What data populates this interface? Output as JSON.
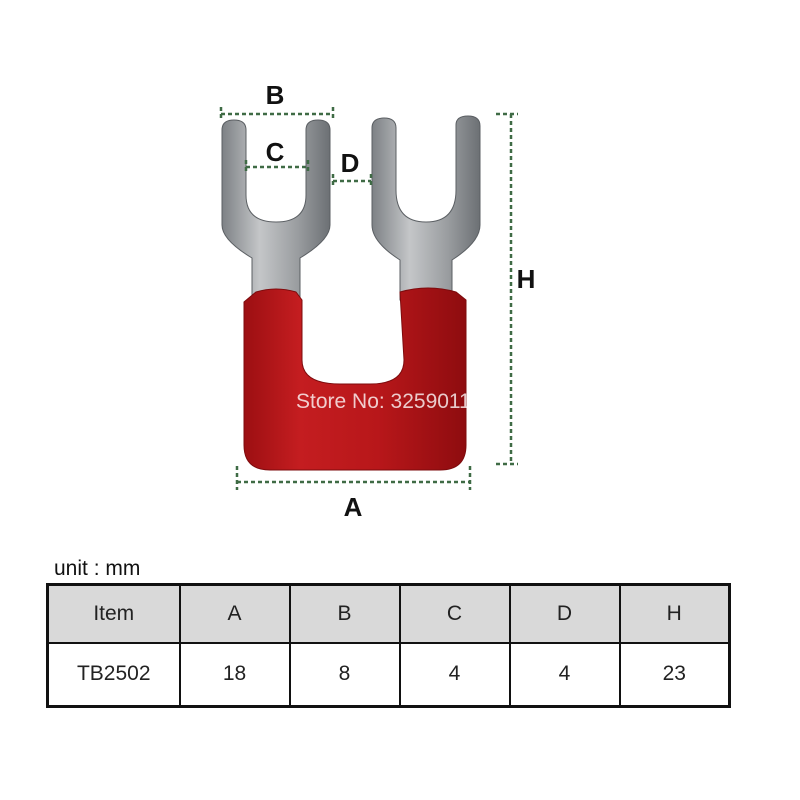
{
  "diagram": {
    "labels": {
      "b": "B",
      "c": "C",
      "d": "D",
      "h": "H",
      "a": "A"
    },
    "watermark": "Store No: 3259011",
    "colors": {
      "insulation": "#b8171a",
      "metal": "#a9acaf",
      "dimension_line": "#3f6b45"
    }
  },
  "unit_label": "unit : mm",
  "table": {
    "headers": [
      "Item",
      "A",
      "B",
      "C",
      "D",
      "H"
    ],
    "rows": [
      [
        "TB2502",
        "18",
        "8",
        "4",
        "4",
        "23"
      ]
    ]
  }
}
